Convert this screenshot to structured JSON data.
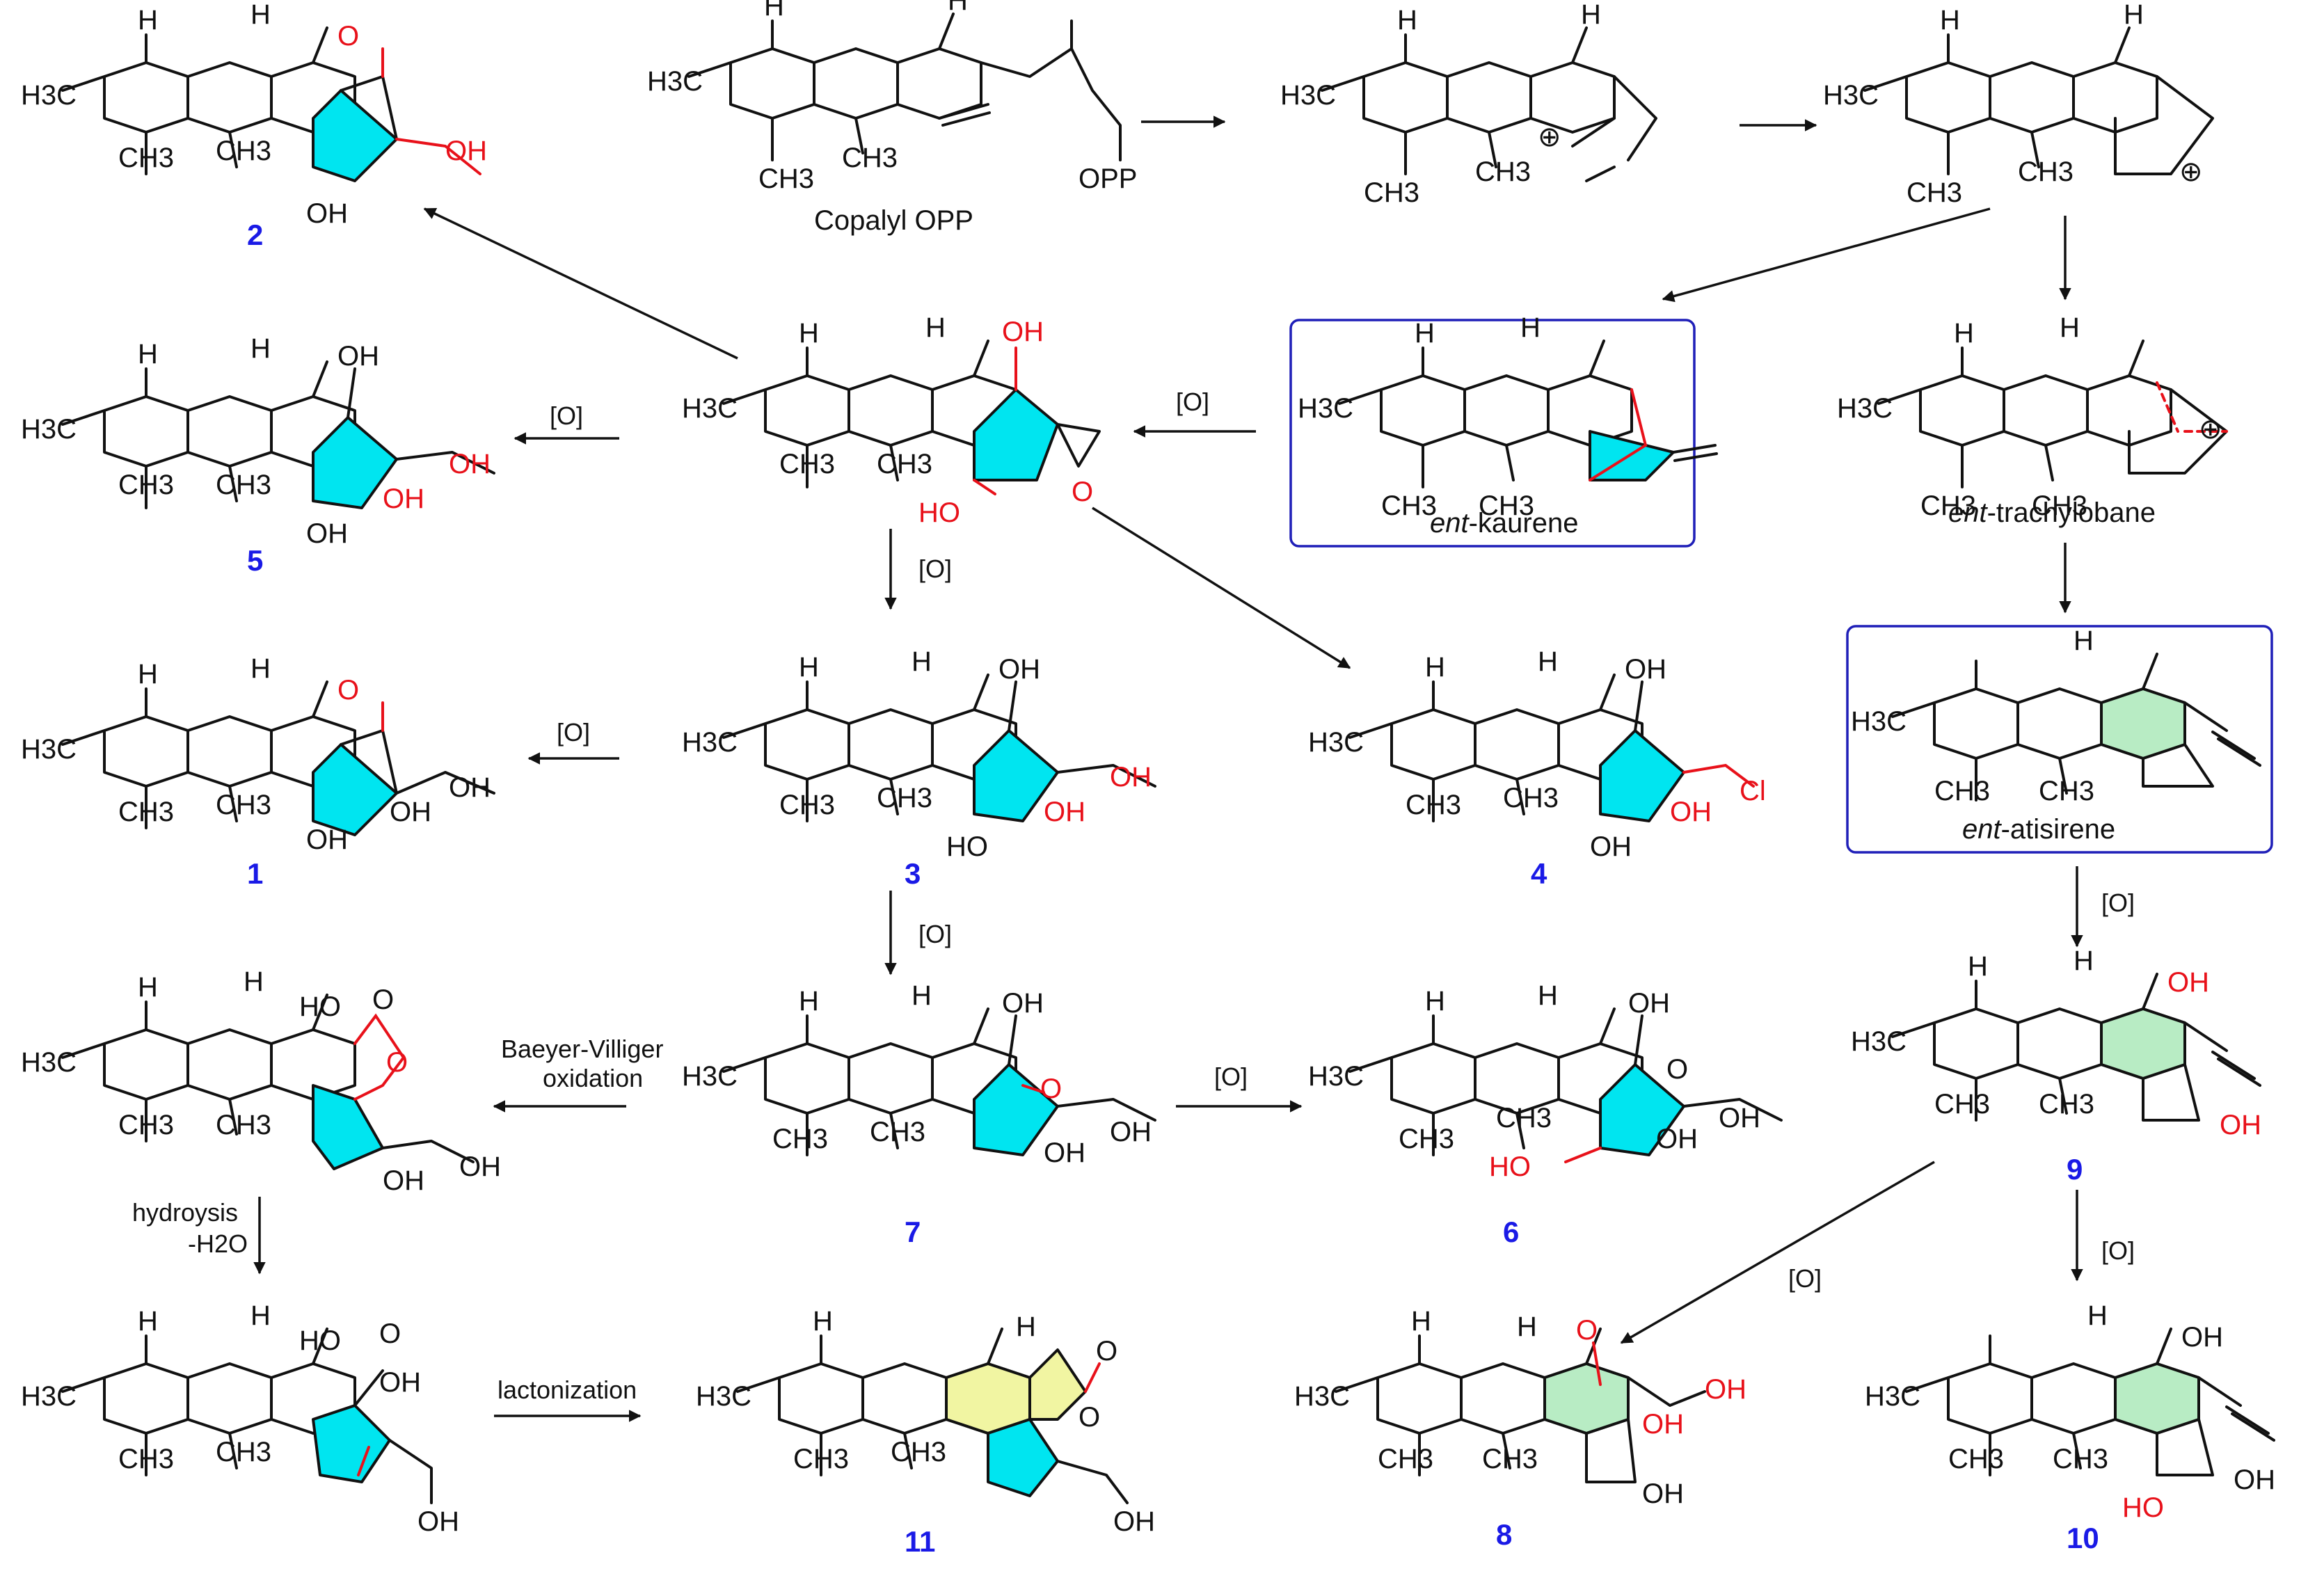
{
  "colors": {
    "ring_cyan": "#00e5f0",
    "ring_green": "#b8ecc4",
    "ring_yellow": "#f1f5a2",
    "heteroatom": "#e8111a",
    "compound_number": "#1a1ae6",
    "box": "#1f1fb8"
  },
  "structures": {
    "copalyl": {
      "name": "Copalyl OPP",
      "opp": "OPP",
      "me1": "CH3",
      "me2": "CH3",
      "h1": "H",
      "h2": "H",
      "h3c": "H3C"
    },
    "cation1": {
      "h3c": "H3C",
      "me1": "CH3",
      "me2": "CH3",
      "h1": "H",
      "h2": "H",
      "charge": "⊕"
    },
    "cation2": {
      "h3c": "H3C",
      "me1": "CH3",
      "me2": "CH3",
      "h1": "H",
      "h2": "H",
      "charge": "⊕"
    },
    "kaurene": {
      "name_prefix": "ent",
      "name_rest": "-kaurene",
      "h3c": "H3C",
      "me1": "CH3",
      "me2": "CH3",
      "h1": "H",
      "h2": "H"
    },
    "trachylobane": {
      "name_prefix": "ent",
      "name_rest": "-trachylobane",
      "h3c": "H3C",
      "me1": "CH3",
      "me2": "CH3",
      "h1": "H",
      "h2": "H",
      "charge": "⊕"
    },
    "atisirene": {
      "name_prefix": "ent",
      "name_rest": "-atisirene",
      "h3c": "H3C",
      "me1": "CH3",
      "me2": "CH3",
      "h1": "H"
    },
    "epoxide": {
      "h3c": "H3C",
      "me1": "CH3",
      "me2": "CH3",
      "h1": "H",
      "h2": "H",
      "oh1": "OH",
      "oh2": "HO",
      "o": "O"
    },
    "c1": {
      "number": "1",
      "h3c": "H3C",
      "me1": "CH3",
      "me2": "CH3",
      "h1": "H",
      "h2": "H",
      "o": "O",
      "oh1": "OH",
      "oh2": "OH",
      "oh3": "OH"
    },
    "c2": {
      "number": "2",
      "h3c": "H3C",
      "me1": "CH3",
      "me2": "CH3",
      "h1": "H",
      "h2": "H",
      "o": "O",
      "oh1": "OH",
      "oh2": "OH"
    },
    "c3": {
      "number": "3",
      "h3c": "H3C",
      "me1": "CH3",
      "me2": "CH3",
      "h1": "H",
      "h2": "H",
      "oh1": "OH",
      "oh2": "OH",
      "oh3": "OH",
      "oh4": "HO"
    },
    "c4": {
      "number": "4",
      "h3c": "H3C",
      "me1": "CH3",
      "me2": "CH3",
      "h1": "H",
      "h2": "H",
      "oh1": "OH",
      "oh2": "OH",
      "oh3": "OH",
      "cl": "Cl"
    },
    "c5": {
      "number": "5",
      "h3c": "H3C",
      "me1": "CH3",
      "me2": "CH3",
      "h1": "H",
      "h2": "H",
      "oh1": "OH",
      "oh2": "OH",
      "oh3": "OH",
      "oh4": "OH"
    },
    "c6": {
      "number": "6",
      "h3c": "H3C",
      "me1": "CH3",
      "me2": "CH3",
      "h1": "H",
      "h2": "H",
      "o": "O",
      "oh1": "OH",
      "oh2": "OH",
      "oh3": "OH",
      "oh4": "HO"
    },
    "c7": {
      "number": "7",
      "h3c": "H3C",
      "me1": "CH3",
      "me2": "CH3",
      "h1": "H",
      "h2": "H",
      "o": "O",
      "oh1": "OH",
      "oh2": "OH",
      "oh3": "OH"
    },
    "lactone": {
      "h3c": "H3C",
      "me1": "CH3",
      "me2": "CH3",
      "h1": "H",
      "h2": "H",
      "ho": "HO",
      "o1": "O",
      "o2": "O",
      "oh1": "OH",
      "oh2": "OH"
    },
    "acid": {
      "h3c": "H3C",
      "me1": "CH3",
      "me2": "CH3",
      "h1": "H",
      "h2": "H",
      "ho": "HO",
      "o": "O",
      "oh1": "OH",
      "oh2": "OH"
    },
    "c11": {
      "number": "11",
      "h3c": "H3C",
      "me1": "CH3",
      "me2": "CH3",
      "h1": "H",
      "h2": "H",
      "o1": "O",
      "o2": "O",
      "oh": "OH"
    },
    "c8": {
      "number": "8",
      "h3c": "H3C",
      "me1": "CH3",
      "me2": "CH3",
      "h1": "H",
      "h2": "H",
      "o": "O",
      "oh1": "OH",
      "oh2": "OH",
      "oh3": "OH"
    },
    "c9": {
      "number": "9",
      "h3c": "H3C",
      "me1": "CH3",
      "me2": "CH3",
      "h1": "H",
      "h2": "H",
      "oh1": "OH",
      "oh2": "OH"
    },
    "c10": {
      "number": "10",
      "h3c": "H3C",
      "me1": "CH3",
      "me2": "CH3",
      "h1": "H",
      "oh1": "OH",
      "oh2": "HO",
      "oh3": "OH"
    }
  },
  "conditions": {
    "ox": "[O]",
    "bv_line1": "Baeyer-Villiger",
    "bv_line2": "oxidation",
    "hyd_line1": "hydroysis",
    "hyd_line2": "-H2O",
    "lact": "lactonization"
  }
}
